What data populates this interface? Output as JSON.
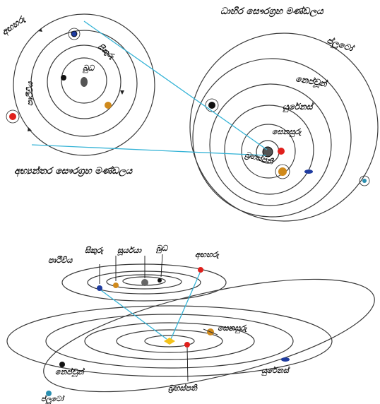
{
  "labels": {
    "outer_system_title": "ධාහිර සෞරග්‍රහ මණ්ඩලය",
    "inner_system_title": "අභ්‍යන්තර සෞරග්‍රහ මණ්ඩලය",
    "mars_top": "අඟහරු",
    "venus_top": "සිකුරු",
    "mercury_top": "බුධ",
    "earth_top": "පෘථිවිය",
    "pluto_top": "ප්ලූටෝ",
    "neptune_top": "නෙප්චූන්",
    "uranus_top": "යුරේනස්",
    "saturn_top": "සෙනසුරු",
    "jupiter_top": "බ්‍රහස්පති",
    "earth_bottom": "පෘථිවිය",
    "venus_bottom": "සිකුරු",
    "sun_bottom": "සූර්යයා",
    "mercury_bottom": "බුධ",
    "mars_bottom": "අඟහරු",
    "saturn_bottom": "සෙනසුරු",
    "uranus_bottom": "යුරේනස්",
    "neptune_bottom": "නෙප්චූන්",
    "jupiter_bottom": "බ්‍රහස්පති",
    "pluto_bottom": "ප්ලූටෝ"
  },
  "colors": {
    "connector": "#35b3d6",
    "mars": "#e0201c",
    "venus": "#d08a1c",
    "earth": "#1f3ca0",
    "mercury": "#555555",
    "sun": "#f3c21a",
    "uranus": "#1f3ca0",
    "neptune": "#111111",
    "pluto": "#2a8fb0"
  }
}
